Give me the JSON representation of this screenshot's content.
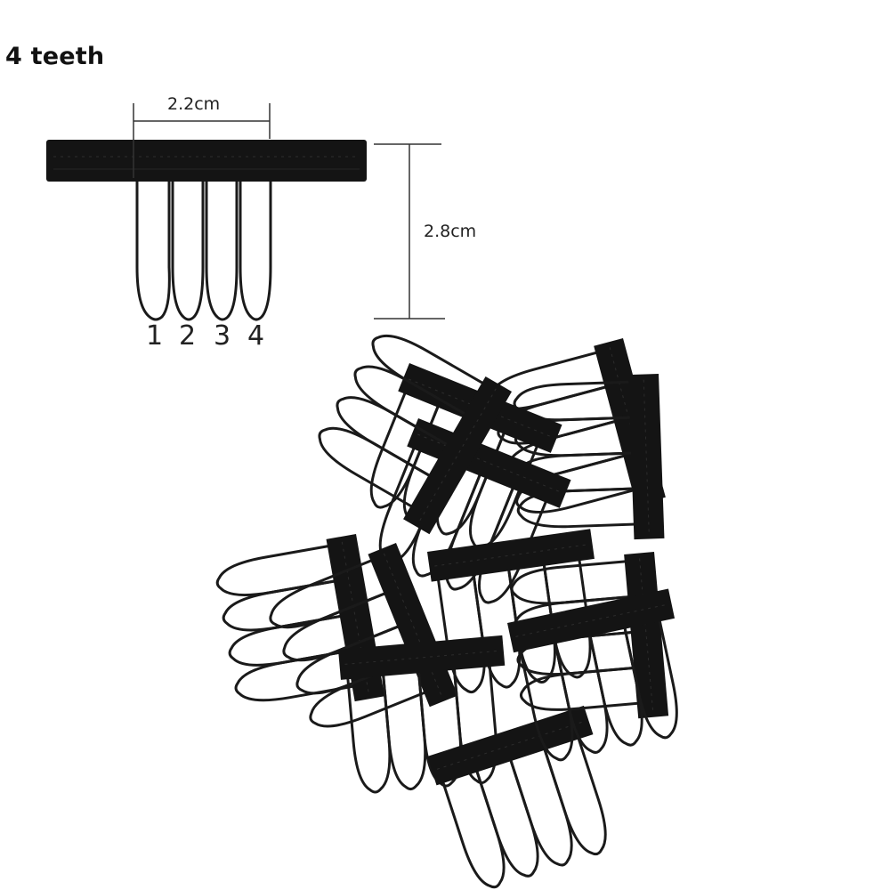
{
  "title": "4 teeth",
  "dimensions": {
    "width": "2.2cm",
    "height": "2.8cm"
  },
  "tooth_numbers": [
    "1",
    "2",
    "3",
    "4"
  ],
  "colors": {
    "fabric": "#141414",
    "wire": "#1a1a1a",
    "dimension_line": "#333333"
  }
}
